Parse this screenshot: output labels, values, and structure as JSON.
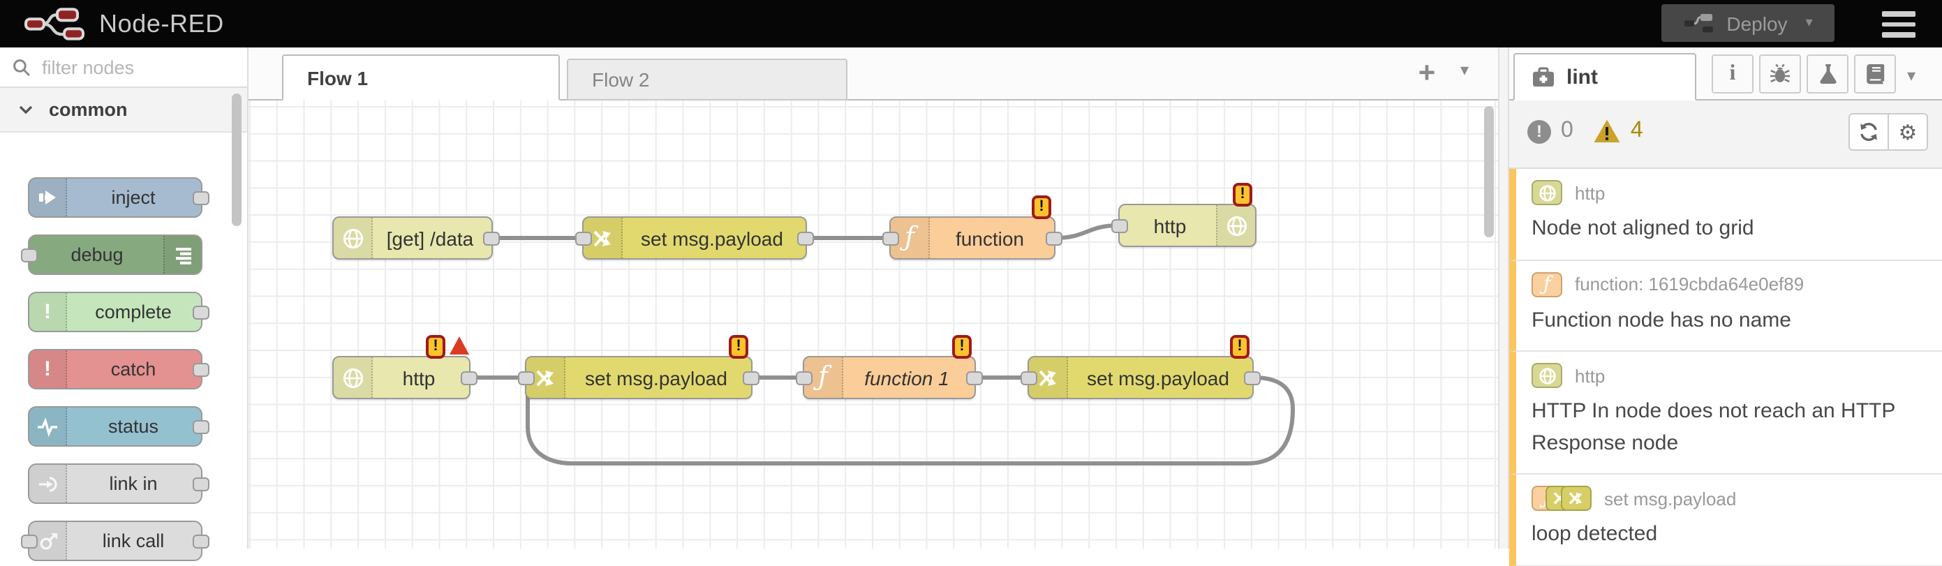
{
  "glyphs": {
    "excl": "!",
    "info": "i",
    "gear": "⚙",
    "caret": "▾",
    "plus": "+",
    "fn": "ƒ"
  },
  "colors": {
    "header_bg": "#060606",
    "logo_red": "#8f2323",
    "deploy_bg": "#474747",
    "node_http": "#e7e7ae",
    "node_change": "#e2d96e",
    "node_function": "#fbcd99",
    "node_inject": "#a6bbcf",
    "node_debug": "#87a980",
    "node_complete": "#c5e6bc",
    "node_catch": "#e49191",
    "node_status": "#94c1d0",
    "node_link": "#dcdcdc",
    "warning_badge": "#fcc32c",
    "warning_badge_border": "#9f1a1a",
    "error_triangle": "#dc3b23",
    "issue_strip": "#fbc55d",
    "warning_gold": "#c9a227",
    "wire": "#909090"
  },
  "header": {
    "app_title": "Node-RED",
    "deploy_label": "Deploy"
  },
  "palette": {
    "search_placeholder": "filter nodes",
    "category_label": "common",
    "nodes": [
      {
        "label": "inject"
      },
      {
        "label": "debug"
      },
      {
        "label": "complete"
      },
      {
        "label": "catch"
      },
      {
        "label": "status"
      },
      {
        "label": "link in"
      },
      {
        "label": "link call"
      }
    ]
  },
  "workspace": {
    "tabs": [
      {
        "label": "Flow 1"
      },
      {
        "label": "Flow 2"
      }
    ],
    "nodes": [
      {
        "label": "[get] /data",
        "type": "http in"
      },
      {
        "label": "set msg.payload",
        "type": "change"
      },
      {
        "label": "function",
        "type": "function"
      },
      {
        "label": "http",
        "type": "http response"
      },
      {
        "label": "http",
        "type": "http in"
      },
      {
        "label": "set msg.payload",
        "type": "change"
      },
      {
        "label": "function 1",
        "type": "function"
      },
      {
        "label": "set msg.payload",
        "type": "change"
      }
    ]
  },
  "sidebar": {
    "tab_label": "lint",
    "error_count": "0",
    "warning_count": "4",
    "issues": [
      {
        "node_label": "http",
        "message": "Node not aligned to grid"
      },
      {
        "node_label": "function: 1619cbda64e0ef89",
        "message": "Function node has no name"
      },
      {
        "node_label": "http",
        "message": "HTTP In node does not reach an HTTP Response node"
      },
      {
        "node_label": "set msg.payload",
        "message": "loop detected"
      }
    ]
  }
}
